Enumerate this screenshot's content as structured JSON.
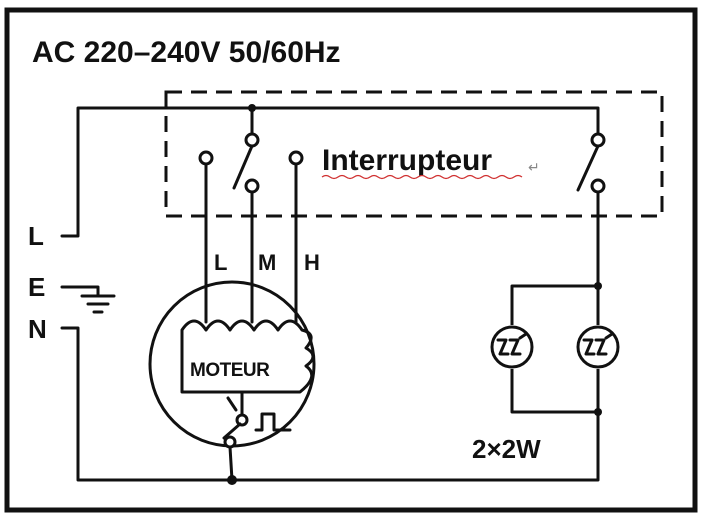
{
  "title": "AC 220–240V 50/60Hz",
  "switch_label": "Interrupteur",
  "switch_mark": "↵",
  "terminals": {
    "L": "L",
    "E": "E",
    "N": "N"
  },
  "motor": {
    "label": "MOTEUR",
    "taps": {
      "L": "L",
      "M": "M",
      "H": "H"
    }
  },
  "lamps_label": "2×2W"
}
